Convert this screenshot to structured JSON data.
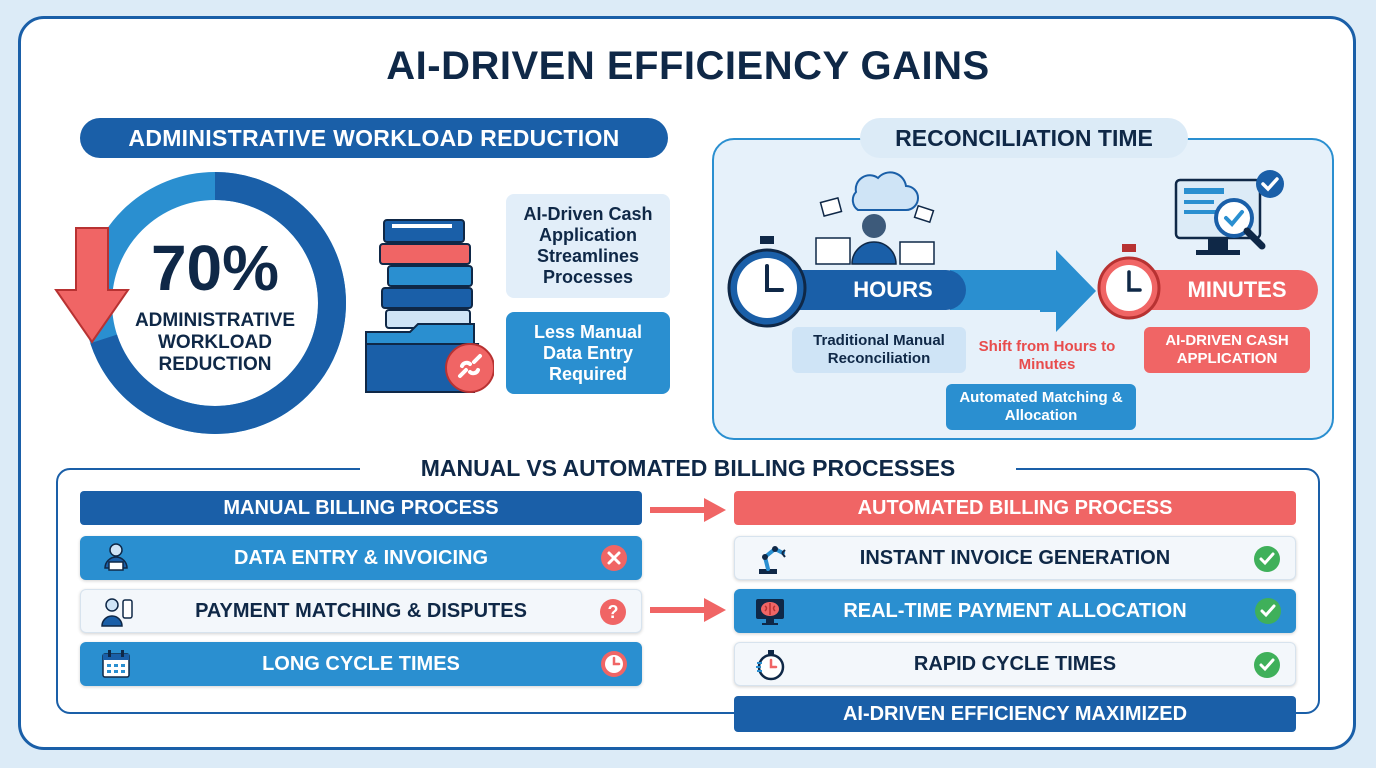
{
  "title": "AI-DRIVEN EFFICIENCY GAINS",
  "workload": {
    "heading": "ADMINISTRATIVE WORKLOAD REDUCTION",
    "percent": "70%",
    "percent_fraction": 0.7,
    "label_lines": [
      "ADMINISTRATIVE",
      "WORKLOAD",
      "REDUCTION"
    ],
    "box_cash": "AI-Driven Cash Application Streamlines Processes",
    "box_manual": "Less Manual Data Entry Required"
  },
  "reconciliation": {
    "heading": "RECONCILIATION TIME",
    "hours": "HOURS",
    "minutes": "MINUTES",
    "traditional": "Traditional Manual Reconciliation",
    "shift": "Shift from Hours to Minutes",
    "automated": "Automated Matching & Allocation",
    "ai_cash": "AI-DRIVEN CASH APPLICATION"
  },
  "billing": {
    "heading": "MANUAL VS AUTOMATED BILLING PROCESSES",
    "manual_header": "MANUAL BILLING PROCESS",
    "auto_header": "AUTOMATED BILLING PROCESS",
    "manual_rows": [
      {
        "label": "DATA ENTRY & INVOICING",
        "icon": "person-laptop-icon",
        "badge": "x-icon"
      },
      {
        "label": "PAYMENT MATCHING & DISPUTES",
        "icon": "person-phone-icon",
        "badge": "question-icon"
      },
      {
        "label": "LONG CYCLE TIMES",
        "icon": "calendar-icon",
        "badge": "clock-icon"
      }
    ],
    "auto_rows": [
      {
        "label": "INSTANT INVOICE GENERATION",
        "icon": "robot-arm-icon",
        "badge": "check-icon"
      },
      {
        "label": "REAL-TIME PAYMENT ALLOCATION",
        "icon": "brain-monitor-icon",
        "badge": "check-icon"
      },
      {
        "label": "RAPID CYCLE TIMES",
        "icon": "stopwatch-icon",
        "badge": "check-icon"
      }
    ],
    "footer": "AI-DRIVEN EFFICIENCY MAXIMIZED"
  },
  "colors": {
    "primary": "#1a5fa8",
    "accent": "#2a8fd0",
    "danger": "#f06565",
    "success": "#3fb05a",
    "ink": "#0f2847"
  }
}
